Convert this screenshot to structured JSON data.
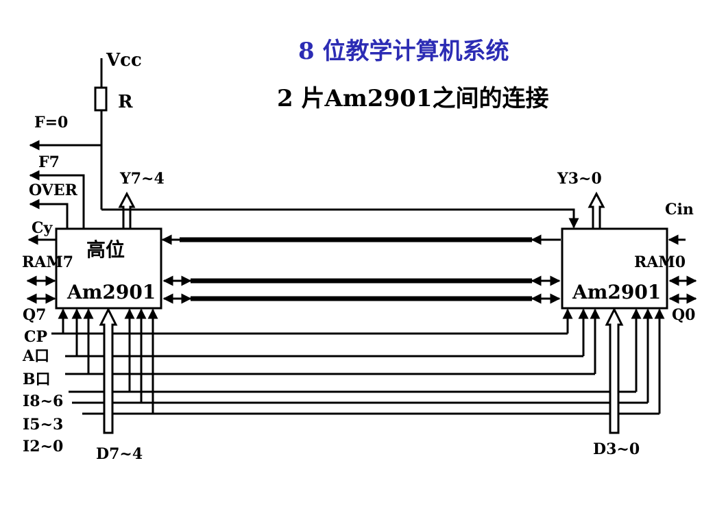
{
  "titles": {
    "main": "8 位教学计算机系统",
    "sub": "2 片Am2901之间的连接"
  },
  "power": {
    "vcc": "Vcc",
    "resistor": "R"
  },
  "left_signals": {
    "f0": "F=0",
    "f7": "F7",
    "over": "OVER",
    "cy": "Cy",
    "ram7": "RAM7",
    "q7": "Q7",
    "cp": "CP",
    "a_port": "A口",
    "b_port": "B口",
    "i86": "I8~6",
    "i53": "I5~3",
    "i20": "I2~0",
    "d74": "D7~4",
    "y74": "Y7~4"
  },
  "right_signals": {
    "y30": "Y3~0",
    "cin": "Cin",
    "ram0": "RAM0",
    "q0": "Q0",
    "d30": "D3~0"
  },
  "chips": {
    "high": {
      "tag": "高位",
      "name": "Am2901"
    },
    "low": {
      "name": "Am2901"
    }
  }
}
